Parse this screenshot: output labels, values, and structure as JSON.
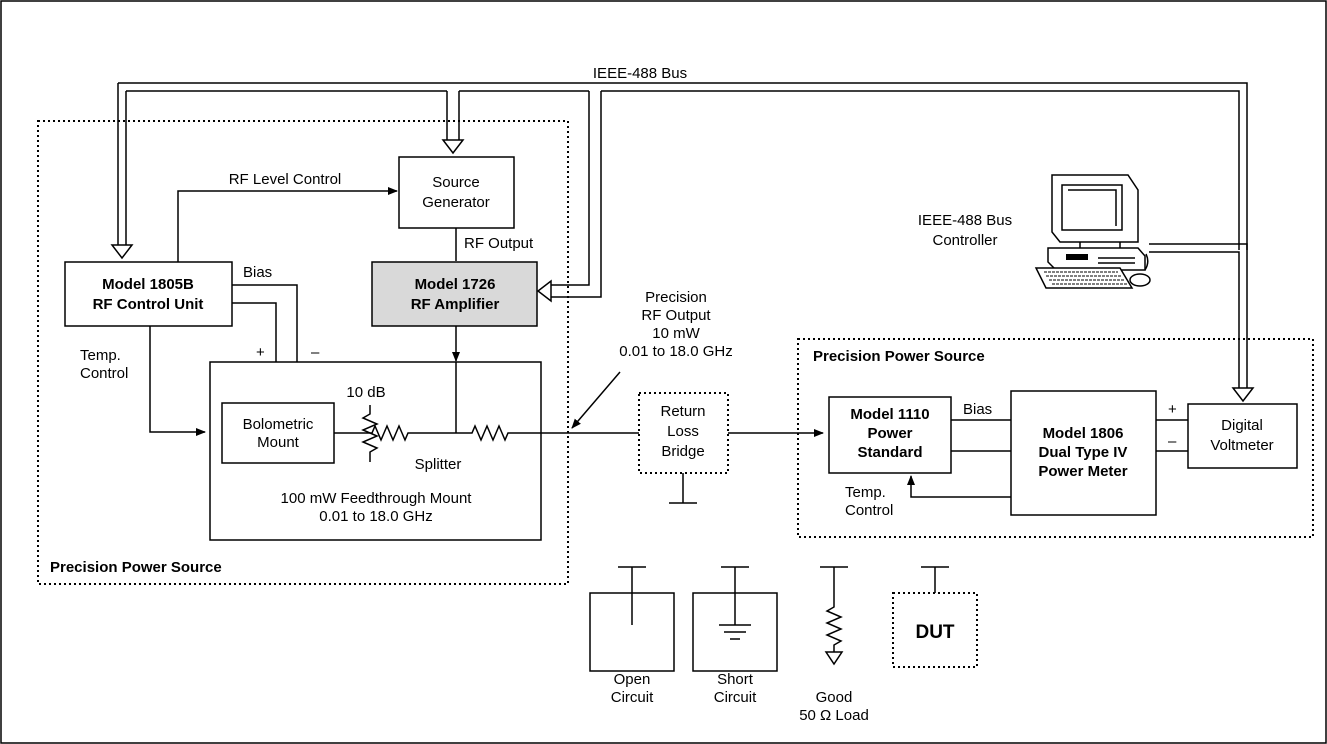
{
  "bus": {
    "ieee_bus_label": "IEEE-488 Bus",
    "controller_label_1": "IEEE-488 Bus",
    "controller_label_2": "Controller"
  },
  "left_source": {
    "label": "Precision Power Source",
    "source_generator_1": "Source",
    "source_generator_2": "Generator",
    "rf_level_control": "RF Level Control",
    "rf_output": "RF Output",
    "control_unit_1": "Model 1805B",
    "control_unit_2": "RF Control Unit",
    "amplifier_1": "Model 1726",
    "amplifier_2": "RF Amplifier",
    "bias": "Bias",
    "plus": "+",
    "minus": "–",
    "temp_1": "Temp.",
    "temp_2": "Control",
    "attenuator": "10 dB",
    "bolometric_1": "Bolometric",
    "bolometric_2": "Mount",
    "splitter": "Splitter",
    "feedthrough_1": "100 mW Feedthrough Mount",
    "feedthrough_2": "0.01 to 18.0 GHz"
  },
  "precision_output": {
    "line1": "Precision",
    "line2": "RF Output",
    "line3": "10 mW",
    "line4": "0.01 to 18.0 GHz"
  },
  "bridge": {
    "line1": "Return",
    "line2": "Loss",
    "line3": "Bridge"
  },
  "right_source": {
    "label": "Precision Power Source",
    "standard_1": "Model 1110",
    "standard_2": "Power",
    "standard_3": "Standard",
    "bias": "Bias",
    "meter_1": "Model 1806",
    "meter_2": "Dual Type IV",
    "meter_3": "Power Meter",
    "plus": "+",
    "minus": "–",
    "voltmeter_1": "Digital",
    "voltmeter_2": "Voltmeter",
    "temp_1": "Temp.",
    "temp_2": "Control"
  },
  "terminations": {
    "open_1": "Open",
    "open_2": "Circuit",
    "short_1": "Short",
    "short_2": "Circuit",
    "load_1": "Good",
    "load_2": "50 Ω Load",
    "dut": "DUT"
  }
}
